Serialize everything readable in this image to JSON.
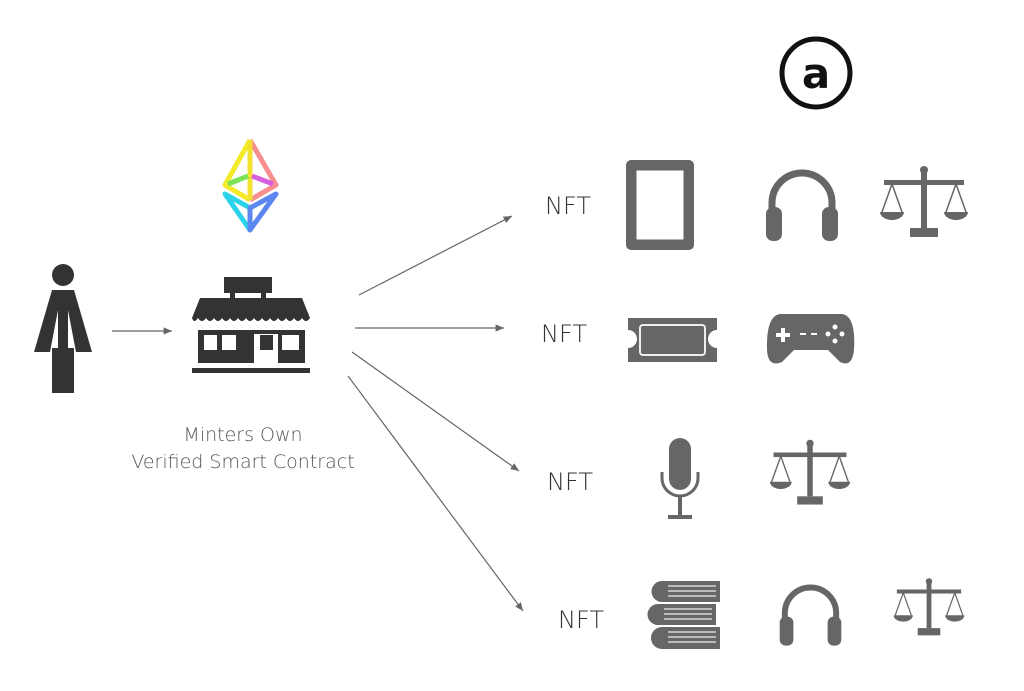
{
  "caption": {
    "line1": "Minters Own",
    "line2": "Verified Smart Contract"
  },
  "nft_labels": [
    "NFT",
    "NFT",
    "NFT",
    "NFT"
  ],
  "arweave_logo_letter": "a",
  "rows": [
    {
      "icons": [
        "picture-frame-icon",
        "headphones-icon",
        "scales-icon"
      ]
    },
    {
      "icons": [
        "ticket-icon",
        "gamepad-icon"
      ]
    },
    {
      "icons": [
        "microphone-icon",
        "scales-icon"
      ]
    },
    {
      "icons": [
        "books-icon",
        "headphones-icon",
        "scales-icon"
      ]
    }
  ],
  "colors": {
    "icon": "#666666",
    "dark": "#333333",
    "arrow": "#666666"
  }
}
